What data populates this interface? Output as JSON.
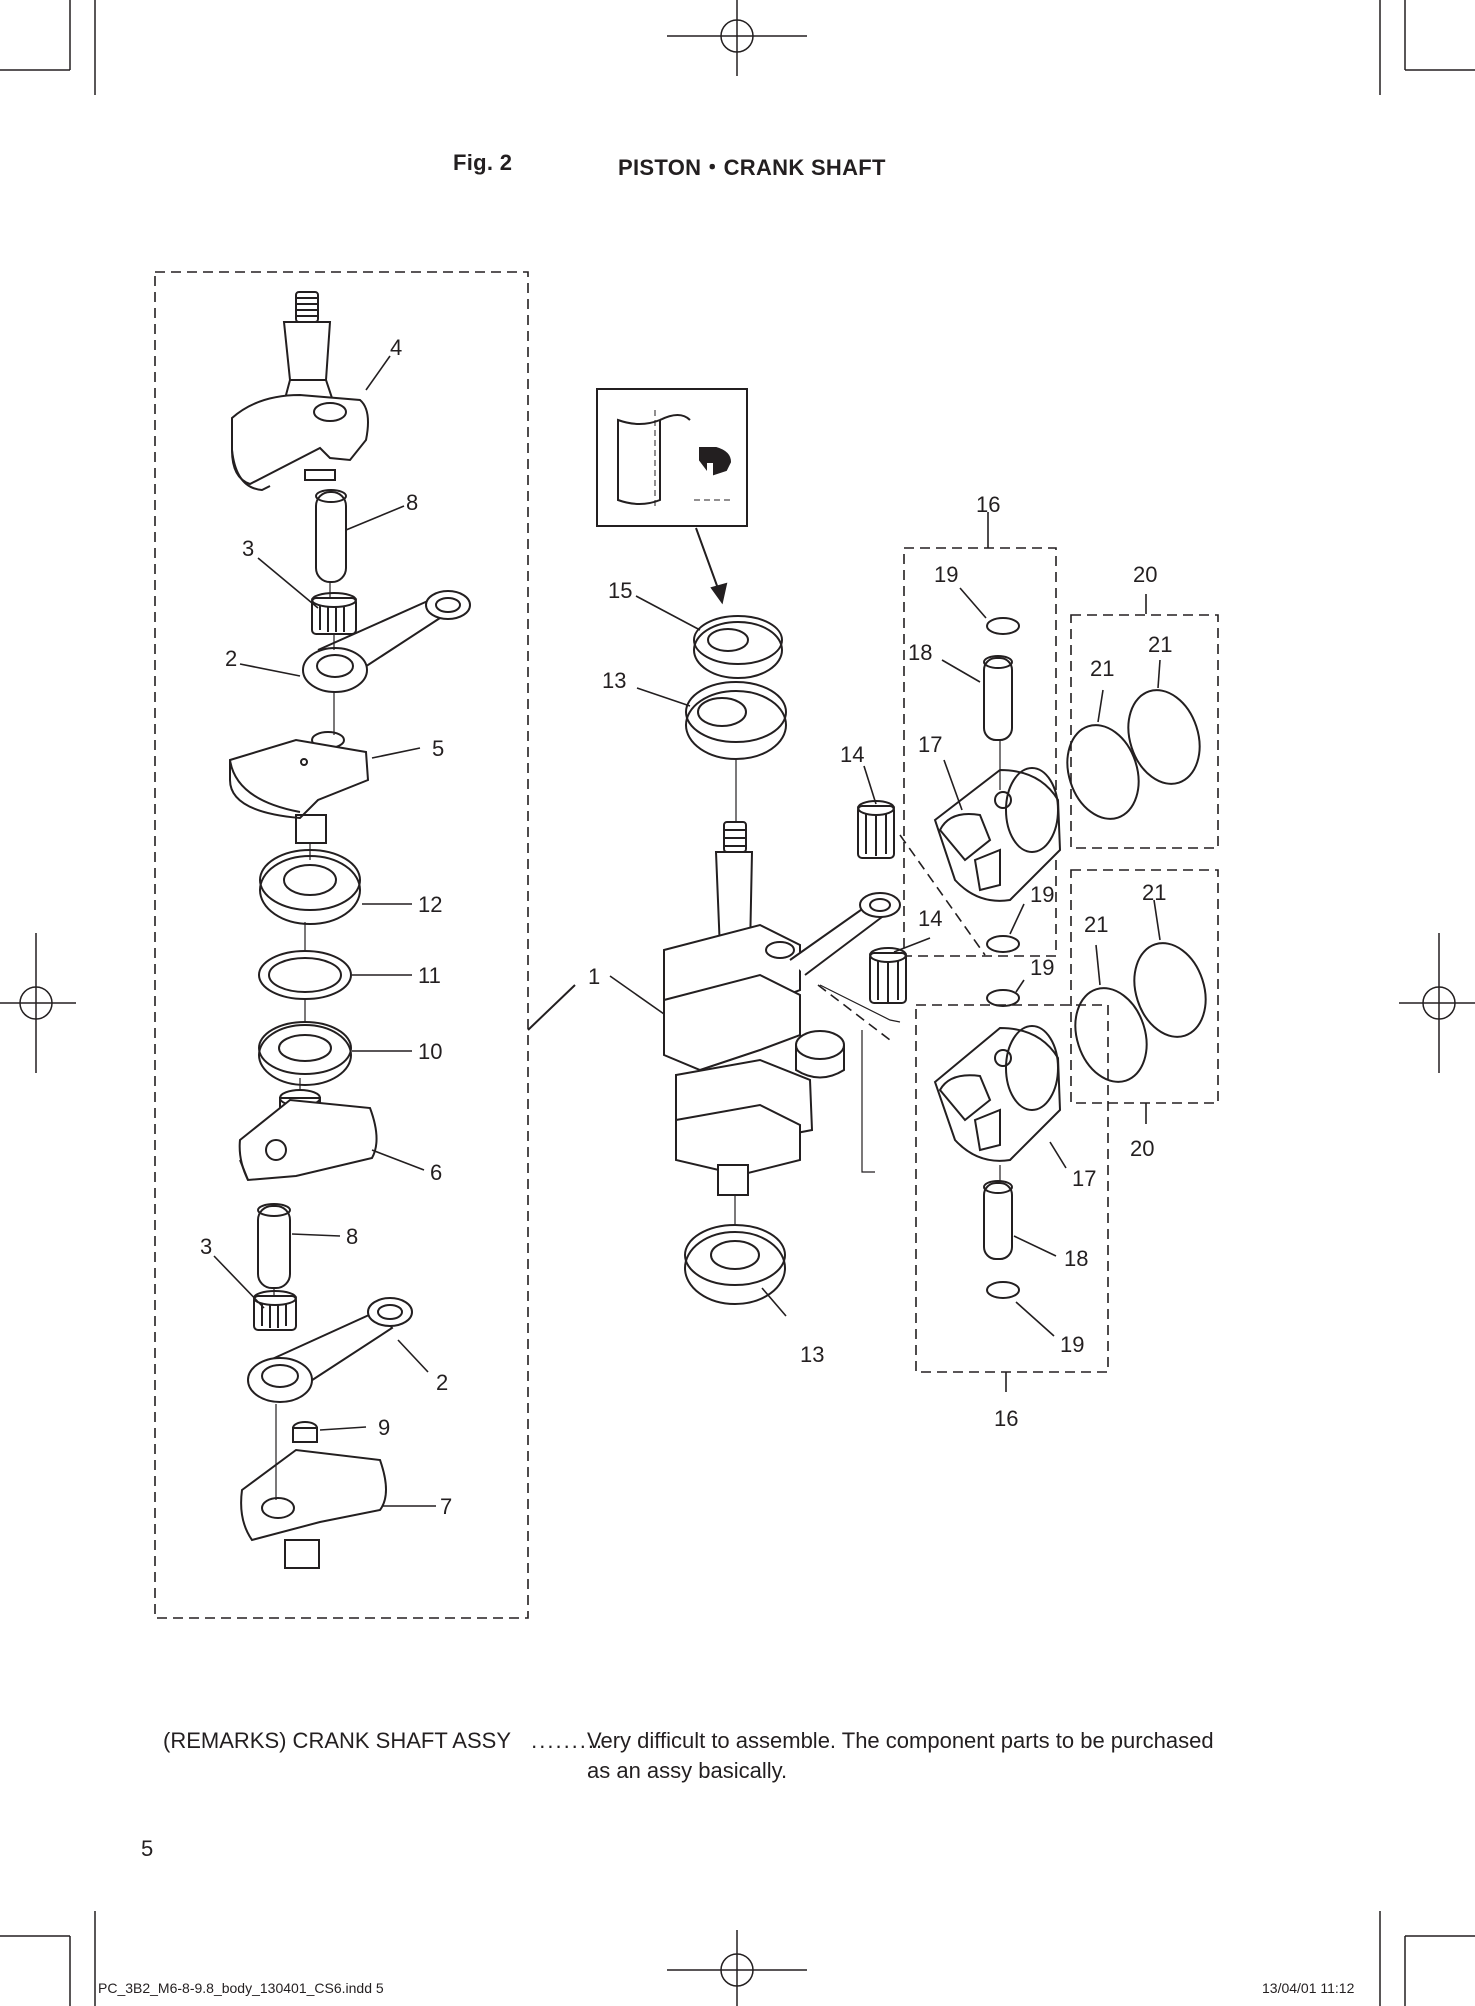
{
  "header": {
    "fig_label": "Fig. 2",
    "fig_title": "PISTON・CRANK SHAFT"
  },
  "callouts": [
    "1",
    "2",
    "3",
    "4",
    "5",
    "6",
    "7",
    "8",
    "9",
    "10",
    "11",
    "12",
    "13",
    "14",
    "15",
    "16",
    "17",
    "18",
    "19",
    "20",
    "21"
  ],
  "remarks": {
    "label": "(REMARKS) CRANK SHAFT ASSY",
    "leader": ".........",
    "text": "Very difficult to assemble. The component parts to be purchased as an assy basically."
  },
  "page_number": "5",
  "slug": {
    "file": "PC_3B2_M6-8-9.8_body_130401_CS6.indd   5",
    "date": "13/04/01   11:12"
  }
}
